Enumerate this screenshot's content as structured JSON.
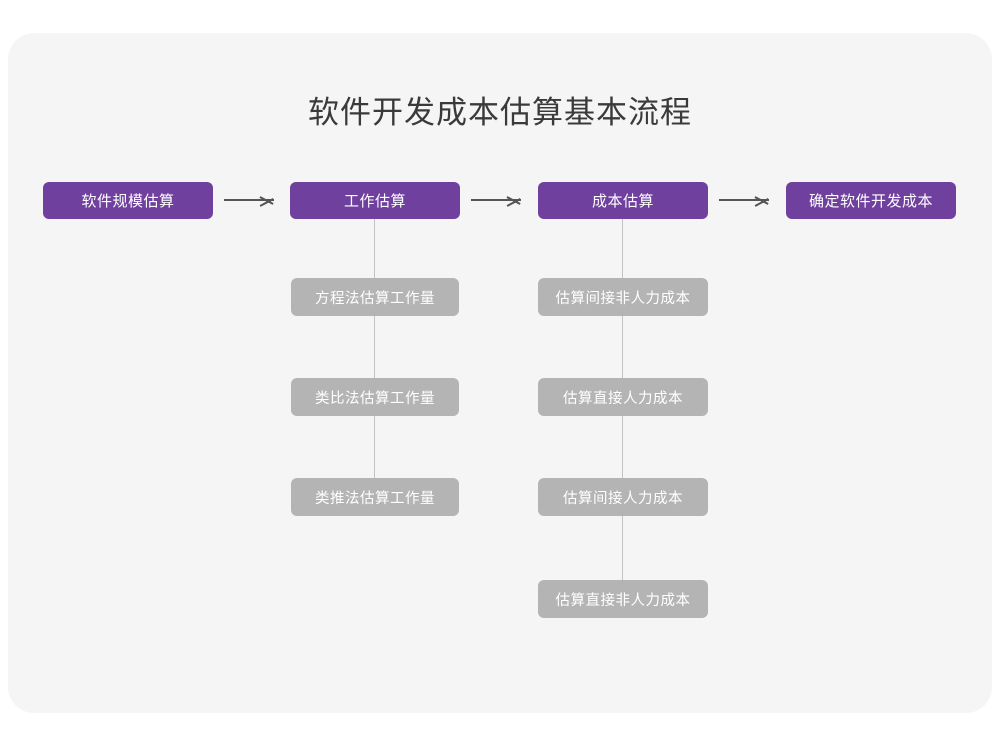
{
  "diagram": {
    "title": "软件开发成本估算基本流程",
    "colors": {
      "primary": "#70409f",
      "sub": "#b4b4b4",
      "card_background": "#f5f5f5",
      "page_background": "#ffffff",
      "title_text": "#3a3a3a",
      "connector": "#c2c2c2",
      "arrow": "#555555"
    },
    "main_steps": [
      {
        "id": "step-1",
        "label": "软件规模估算"
      },
      {
        "id": "step-2",
        "label": "工作估算"
      },
      {
        "id": "step-3",
        "label": "成本估算"
      },
      {
        "id": "step-4",
        "label": "确定软件开发成本"
      }
    ],
    "arrows": [
      {
        "id": "arrow-1",
        "glyph": "long-right-arrow-icon"
      },
      {
        "id": "arrow-2",
        "glyph": "long-right-arrow-icon"
      },
      {
        "id": "arrow-3",
        "glyph": "long-right-arrow-icon"
      }
    ],
    "branches": [
      {
        "parent": "step-2",
        "items": [
          {
            "label": "方程法估算工作量"
          },
          {
            "label": "类比法估算工作量"
          },
          {
            "label": "类推法估算工作量"
          }
        ]
      },
      {
        "parent": "step-3",
        "items": [
          {
            "label": "估算间接非人力成本"
          },
          {
            "label": "估算直接人力成本"
          },
          {
            "label": "估算间接人力成本"
          },
          {
            "label": "估算直接非人力成本"
          }
        ]
      }
    ]
  }
}
